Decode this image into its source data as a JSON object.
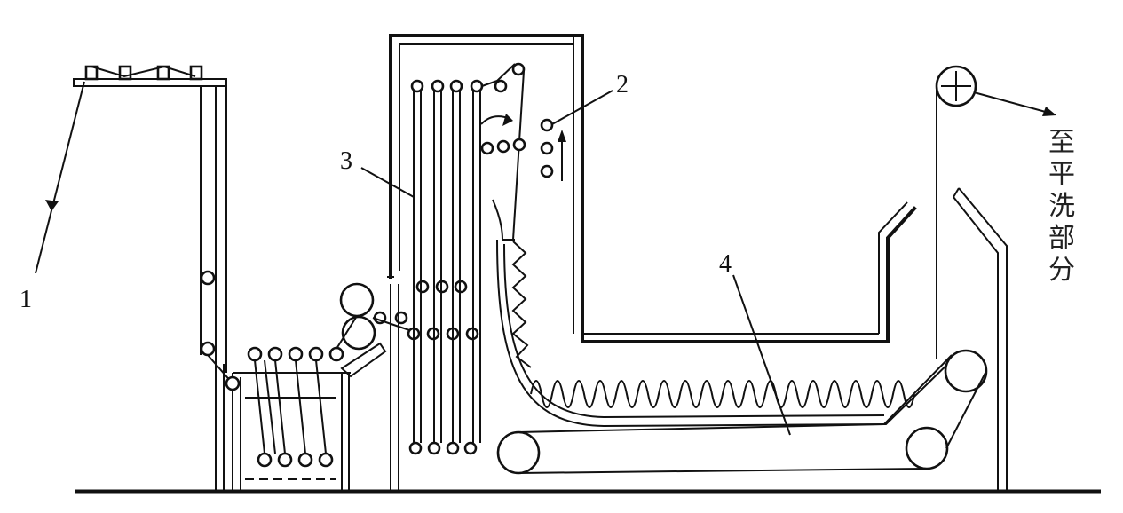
{
  "labels": {
    "part1": "1",
    "part2": "2",
    "part3": "3",
    "part4": "4"
  },
  "destination_text": [
    "至",
    "平",
    "洗",
    "部",
    "分"
  ],
  "colors": {
    "line": "#111111",
    "background": "#ffffff"
  }
}
